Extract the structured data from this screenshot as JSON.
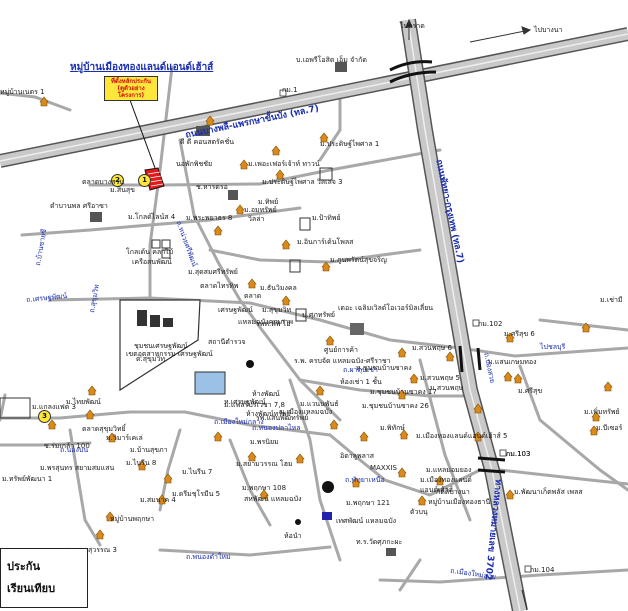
{
  "map": {
    "title": "หมู่บ้านเมืองทองแลนด์แอนด์เฮ้าส์",
    "promo_label": "ที่ตั้งหลักประกัน (ดูตัวอย่างโครงการ)",
    "bottom_box": [
      "ประกัน",
      "เรียนเทียบ"
    ],
    "roads": {
      "main_highway": "ถนนบางพลี-แพรกษาขั้นบัง (ทล.7)",
      "vertical_highway": "ถนนพัทยา-กรุงเทพ (ทล.7)",
      "lower_highway": "ทางหลวงหมายเลข 3702",
      "to_bangna": "ไปบางนา",
      "to_chonburi_right": "ไปชลบุรี",
      "to_trat": "ไปตราด",
      "rd_nowhat": "ถ.เศรษฐพัฒน์",
      "rd_sukhumvit": "ถ.สุขุมวิท",
      "rd_naksuk": "ถ.หน่วยศรีพัฒน์",
      "rd_nongpla": "ถ.หนองปลาไหล",
      "rd_bangsaen": "ถ.บ้านซายซี",
      "rd_muangmai": "ถ.เมืองใหม่กลาง",
      "rd_phanomdam": "ถ.พนองดำใหม่",
      "rd_pakhpa": "ถ.ผาตุนเช่า",
      "rd_nongbon": "ถ.นองบน",
      "rd_nhon": "ถ.ปองสวย",
      "rd_pattaya": "ถ.พัทยาเหนือ",
      "rd_mueang": "ถ.เมืองใหม่สาย"
    },
    "km_labels": [
      "กม.1",
      "กม.102",
      "กม.103",
      "กม.104"
    ],
    "places": [
      "บ.เอพรีโอสิต เอ็ม จำกัด",
      "กม.1",
      "หมู่บ้านเนตร 1",
      "ดี ดี คอนสตรัคชั่น",
      "ม.ประดิษฐ์ไพศาล 1",
      "นอพักพิชชัย",
      "ม.เพอะเฟอร์เจ้าท์ ทาวน์",
      "ม.ประดิษฐ์ไพศาล วิลเลจ 3",
      "ตลาดบางสวน",
      "ม.สินสุข",
      "ช.หารตรอ",
      "ม.ทิพย์",
      "ตำบานพล ศรีอาซา",
      "ม.โกลด์ไลน์ส 4",
      "ม.พระพยาธร 8",
      "ม.อมทรัพย์",
      "วิลล่า",
      "ม.ป้าทิพย์",
      "ม.อินการ์เด้นโพลส",
      "ม.ภูนพรัตน์สุขจริญ",
      "โกลเด้น คลาไม้",
      "เครือสนพัฒน์",
      "ม.สุดสมศรีทรัพย์",
      "ตลาดไทรทิพ",
      "ม.ธันวิมงคล",
      "ตลาด",
      "เศรษฐพัฒน์",
      "ม.ศุภทรัพย์",
      "เดอะ เฉลิมเวิลด์โอเวอร์มิลเลี่ยน",
      "ม.สุขุมวิท",
      "แหลมฉบังคุณภาพ",
      "ชุมชนเศรษฐพัฒน์",
      "ต.สุขุมวิท",
      "เขตอุตสาหกรรม เศรษฐพัฒน์",
      "รพท.พิพิ ไอ",
      "สถานีตำรวจ",
      "ร.พ. ครบจัด แหลมฉบัง-ศรีราชา",
      "ม.แฟลร์บริเวชา 7,8",
      "ศูนย์การค้า",
      "ห้างพัฒน์",
      "ม.สวนพฤษ 6",
      "ม.ศรีสุข 6",
      "ห.ชุมชนบ้านซาคง",
      "ห้องเช่า 1 ชั้น",
      "ม.ชุมชนบ้านซาคง 17",
      "ม.แสนเกษมทอง",
      "ม.สวนพฤษ 5",
      "ม.ชุมชนบ้านซาคง 26",
      "ม.สวนพฤษ",
      "ม.พิทักษ์",
      "ม.เมืองทองแลนด์แอนด์เฮ้าส์ 5",
      "กม.103",
      "ม.เพิ่มทรัพย์",
      "ม.บีเซอร์",
      "ม.แกลงแฟต 3",
      "ม.ไทยพัฒน์",
      "ซ.ร่มเกล้า 100",
      "ตลาดสุขุมวิทยิ์",
      "ม.วิมาร์เคเล่",
      "ม.บ้านสุขภา",
      "ม.ไนรีน 8",
      "ม.ไนรีน 7",
      "ม.เมืองแหลมฉบัง",
      "ม.แวนนพันธ์",
      "ห้างพัฒน์ทรัพย์",
      "ม.พรนิยม",
      "ม.สยามวรรณ โฮม",
      "ม.พรสุนทร สยามสมแสน",
      "ห.เศรษฐพัฒน์",
      "รพ.แสนพัฒทรัพย์",
      "อิตาลูพลาส",
      "MAXXIS",
      "ม.เมืองทองแลนด์",
      "แอนด์เฮ้าส์",
      "ม.แหลมอมยอง",
      "กิตติบางนา",
      "หมู่บ้านเมืองทองธานี",
      "ม.พฤกษา 108",
      "สหพัฒน์ แหลมฉบัง",
      "ม.พฤกษา 121",
      "ม.สมนาค 4",
      "ม.ดรีมชุโรมีน 5",
      "หมู่บ้านพฤกษา",
      "ห้อนำ",
      "ท.ร.วัดศุภกะผะ",
      "เทศพัฒน์ แหลมฉบัง",
      "ซ.หนองสุวรรณ 3",
      "ซ.ชัยพันธุ์",
      "ม.ทรัพย์พัฒนา 1",
      "ม.พัฒนาเก็ตพลัส เพลส",
      "ม.ศรีสุข",
      "ตัวบนุ",
      "ม.เช่ามี"
    ],
    "colors": {
      "highway_fill": "#c9c9c9",
      "highway_edge": "#555555",
      "road": "#a8a8a8",
      "label_blue": "#1b2fb0",
      "promo_yellow": "#ffe63a",
      "site_red": "#e11a1a",
      "house_orange": "#d98a1a"
    }
  }
}
